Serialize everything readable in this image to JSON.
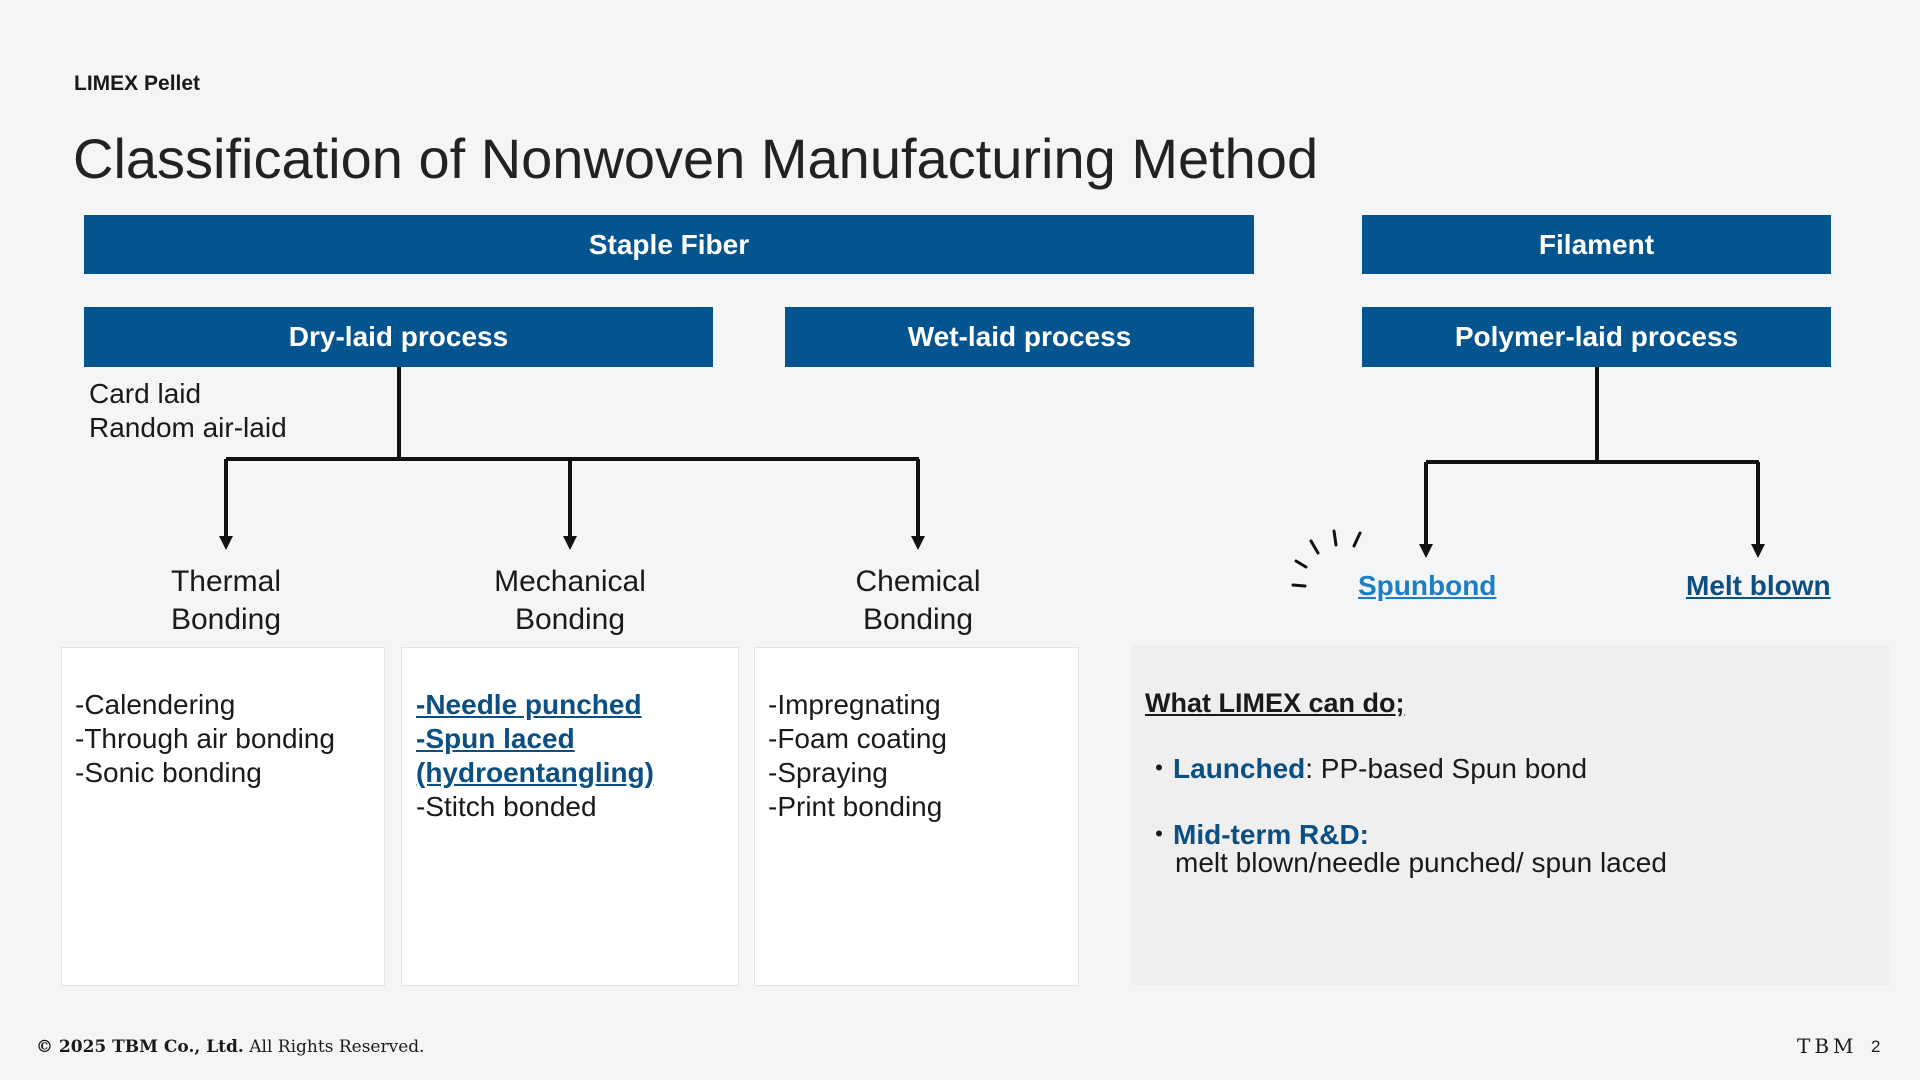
{
  "header_label": "LIMEX Pellet",
  "title": "Classification of Nonwoven Manufacturing Method",
  "bars": {
    "staple_fiber": "Staple Fiber",
    "filament": "Filament",
    "dry_laid": "Dry-laid process",
    "wet_laid": "Wet-laid process",
    "polymer_laid": "Polymer-laid process"
  },
  "dry_laid_notes": [
    "Card laid",
    "Random air-laid"
  ],
  "bonding": {
    "thermal": [
      "Thermal",
      "Bonding"
    ],
    "mechanical": [
      "Mechanical",
      "Bonding"
    ],
    "chemical": [
      "Chemical",
      "Bonding"
    ]
  },
  "filament_outputs": {
    "spunbond": "Spunbond",
    "melt_blown": "Melt blown"
  },
  "thermal_items": [
    "-Calendering",
    "-Through air bonding",
    "-Sonic bonding"
  ],
  "mechanical_items": {
    "links": [
      "-Needle punched",
      "-Spun laced",
      "(hydroentangling)"
    ],
    "plain": [
      "-Stitch bonded"
    ]
  },
  "chemical_items": [
    "-Impregnating",
    "-Foam coating",
    "-Spraying",
    "-Print bonding"
  ],
  "limex_box": {
    "heading": "What LIMEX can do;",
    "bullet_mark": "・",
    "launched_label": "Launched",
    "launched_text": ": PP-based Spun bond",
    "midterm_label": "Mid-term R&D:",
    "midterm_text": "melt blown/needle punched/ spun laced"
  },
  "footer": {
    "copyright_bold": "© 2025 TBM Co., Ltd.",
    "copyright_rest": " All Rights Reserved.",
    "logo": "TBM",
    "page_number": "2"
  },
  "colors": {
    "bar_blue": "#04558f",
    "link_dark": "#0b4f83",
    "link_light": "#1d7ec5",
    "info_bg": "#efefef",
    "page_bg": "#f4f5f7"
  },
  "icons": [
    "arrow-down-icon",
    "sparkle-icon"
  ]
}
